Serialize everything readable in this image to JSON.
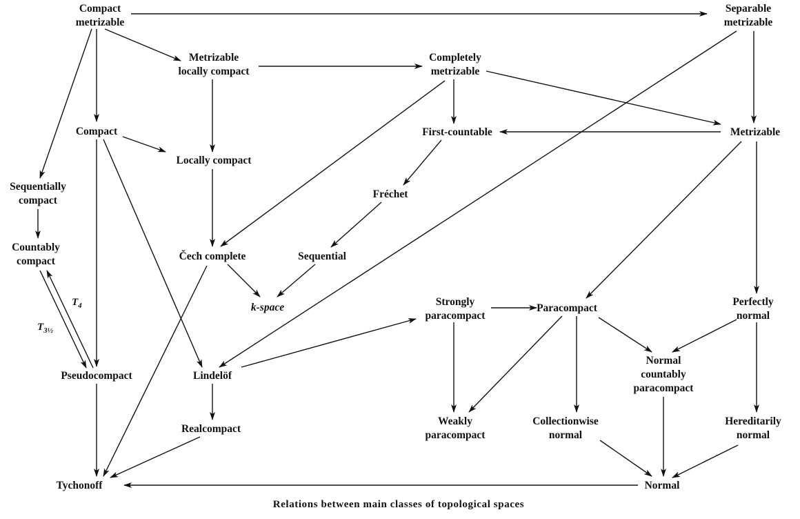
{
  "title": "Relations between main classes of topological spaces",
  "nodes": [
    {
      "id": "cm",
      "lines": [
        "Compact",
        "metrizable"
      ]
    },
    {
      "id": "sm",
      "lines": [
        "Separable",
        "metrizable"
      ]
    },
    {
      "id": "mlc",
      "lines": [
        "Metrizable",
        "locally compact"
      ]
    },
    {
      "id": "cpm",
      "lines": [
        "Completely",
        "metrizable"
      ]
    },
    {
      "id": "compact",
      "lines": [
        "Compact"
      ]
    },
    {
      "id": "lc",
      "lines": [
        "Locally compact"
      ]
    },
    {
      "id": "fc",
      "lines": [
        "First-countable"
      ]
    },
    {
      "id": "metr",
      "lines": [
        "Metrizable"
      ]
    },
    {
      "id": "sc",
      "lines": [
        "Sequentially",
        "compact"
      ]
    },
    {
      "id": "frechet",
      "lines": [
        "Fréchet"
      ]
    },
    {
      "id": "cc",
      "lines": [
        "Countably",
        "compact"
      ]
    },
    {
      "id": "cech",
      "lines": [
        "Čech complete"
      ]
    },
    {
      "id": "seq",
      "lines": [
        "Sequential"
      ]
    },
    {
      "id": "ksp",
      "lines": [
        "k-space"
      ]
    },
    {
      "id": "sp",
      "lines": [
        "Strongly",
        "paracompact"
      ]
    },
    {
      "id": "para",
      "lines": [
        "Paracompact"
      ]
    },
    {
      "id": "pn",
      "lines": [
        "Perfectly",
        "normal"
      ]
    },
    {
      "id": "pseudo",
      "lines": [
        "Pseudocompact"
      ]
    },
    {
      "id": "lind",
      "lines": [
        "Lindelöf"
      ]
    },
    {
      "id": "ncp",
      "lines": [
        "Normal",
        "countably",
        "paracompact"
      ]
    },
    {
      "id": "realc",
      "lines": [
        "Realcompact"
      ]
    },
    {
      "id": "wp",
      "lines": [
        "Weakly",
        "paracompact"
      ]
    },
    {
      "id": "cwn",
      "lines": [
        "Collectionwise",
        "normal"
      ]
    },
    {
      "id": "hn",
      "lines": [
        "Hereditarily",
        "normal"
      ]
    },
    {
      "id": "tych",
      "lines": [
        "Tychonoff"
      ]
    },
    {
      "id": "normal",
      "lines": [
        "Normal"
      ]
    }
  ],
  "edges": [
    [
      "cm",
      "sm"
    ],
    [
      "cm",
      "mlc"
    ],
    [
      "cm",
      "compact"
    ],
    [
      "cm",
      "sc"
    ],
    [
      "mlc",
      "cpm"
    ],
    [
      "mlc",
      "lc"
    ],
    [
      "cpm",
      "fc"
    ],
    [
      "cpm",
      "metr"
    ],
    [
      "cpm",
      "cech"
    ],
    [
      "sm",
      "metr"
    ],
    [
      "sm",
      "lind"
    ],
    [
      "metr",
      "fc"
    ],
    [
      "fc",
      "frechet"
    ],
    [
      "metr",
      "para"
    ],
    [
      "metr",
      "pn"
    ],
    [
      "compact",
      "lc"
    ],
    [
      "compact",
      "lind"
    ],
    [
      "compact",
      "pseudo"
    ],
    [
      "lc",
      "cech"
    ],
    [
      "sc",
      "cc"
    ],
    [
      "cc",
      "pseudo"
    ],
    [
      "pseudo",
      "cc"
    ],
    [
      "frechet",
      "seq"
    ],
    [
      "cech",
      "ksp"
    ],
    [
      "seq",
      "ksp"
    ],
    [
      "cech",
      "tych"
    ],
    [
      "pseudo",
      "tych"
    ],
    [
      "lind",
      "realc"
    ],
    [
      "lind",
      "sp"
    ],
    [
      "realc",
      "tych"
    ],
    [
      "sp",
      "para"
    ],
    [
      "sp",
      "wp"
    ],
    [
      "para",
      "wp"
    ],
    [
      "para",
      "cwn"
    ],
    [
      "para",
      "ncp"
    ],
    [
      "pn",
      "ncp"
    ],
    [
      "pn",
      "hn"
    ],
    [
      "ncp",
      "normal"
    ],
    [
      "cwn",
      "normal"
    ],
    [
      "hn",
      "normal"
    ],
    [
      "normal",
      "tych"
    ]
  ],
  "edge_labels": [
    {
      "edge": "cc-pseudo",
      "main": "T",
      "sub": "3½"
    },
    {
      "edge": "pseudo-cc",
      "main": "T",
      "sub": "4"
    }
  ]
}
